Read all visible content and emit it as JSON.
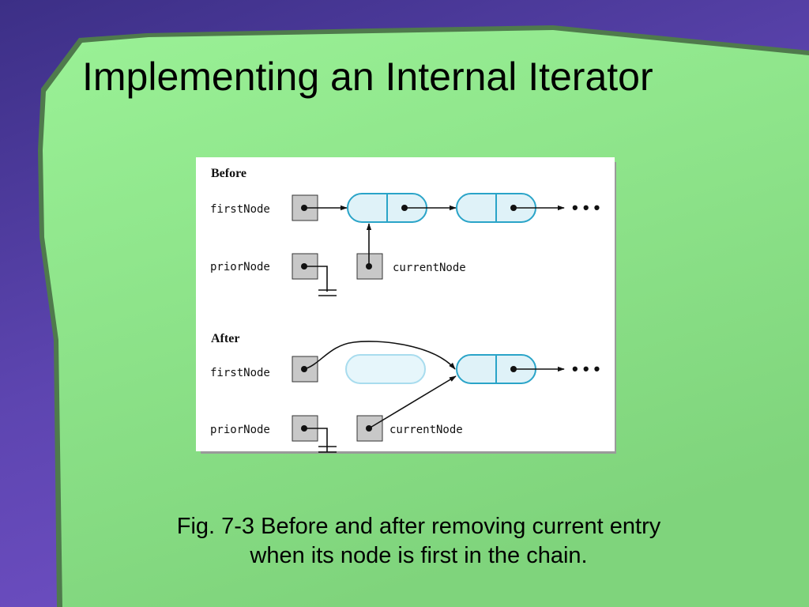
{
  "title": "Implementing an Internal Iterator",
  "figure": {
    "before": {
      "heading": "Before",
      "first_node_label": "firstNode",
      "prior_node_label": "priorNode",
      "current_node_label": "currentNode",
      "ellipsis": "• • •"
    },
    "after": {
      "heading": "After",
      "first_node_label": "firstNode",
      "prior_node_label": "priorNode",
      "current_node_label": "currentNode",
      "ellipsis": "• • •"
    }
  },
  "caption": {
    "line1": "Fig. 7-3 Before and after removing current entry",
    "line2": "when its node is first in the chain."
  },
  "colors": {
    "slide_green": "#8ee08a",
    "node_fill": "#dff2f8",
    "node_stroke": "#2aa4c8",
    "ref_box_fill": "#c8c8c8"
  }
}
